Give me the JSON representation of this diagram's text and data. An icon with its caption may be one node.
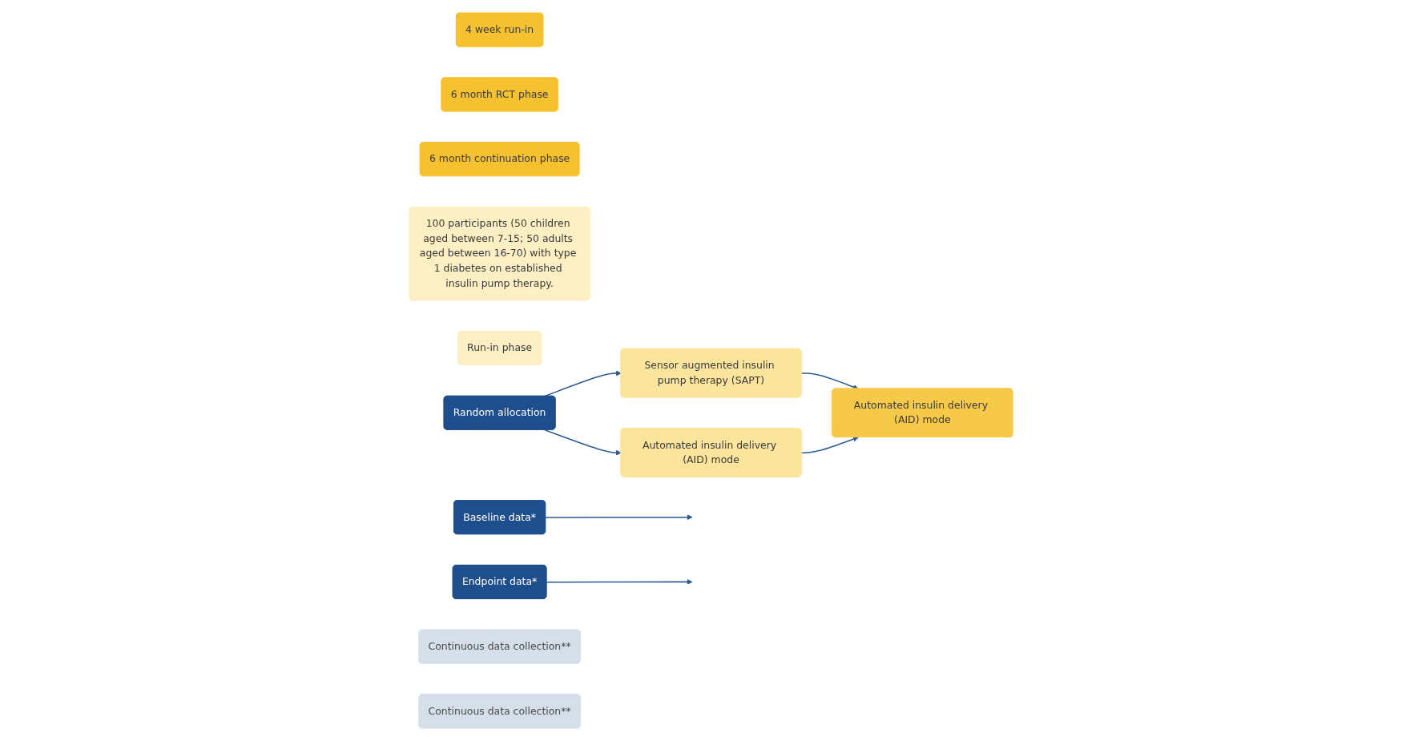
{
  "diagram": {
    "nodes": [
      {
        "text": [
          "4 week run-in"
        ]
      },
      {
        "text": [
          "6 month RCT phase"
        ]
      },
      {
        "text": [
          "6 month continuation phase"
        ]
      },
      {
        "text": [
          "100 participants (50 children aged between 7-15; 50 adults aged between 16-70) with type 1 diabetes on established insulin pump therapy."
        ]
      },
      {
        "text": [
          "Run-in phase"
        ]
      },
      {
        "text": [
          "Sensor augmented insulin pump therapy (SAPT)"
        ]
      },
      {
        "text": [
          "Random allocation"
        ]
      },
      {
        "text": [
          "Automated insulin delivery (AID) mode"
        ]
      },
      {
        "text": [
          "Automated insulin delivery (AID) mode"
        ]
      },
      {
        "text": [
          "Baseline data*"
        ]
      },
      {
        "text": [
          "Endpoint data*"
        ]
      },
      {
        "text": [
          "Continuous data collection**"
        ]
      },
      {
        "text": [
          "Continuous data collection**"
        ]
      }
    ],
    "edges": [
      {
        "from": 6,
        "to": 5,
        "arrow": "to"
      },
      {
        "from": 6,
        "to": 7,
        "arrow": "to"
      },
      {
        "from": 5,
        "to": 8,
        "arrow": "to"
      },
      {
        "from": 7,
        "to": 8,
        "arrow": "to"
      },
      {
        "from": 9,
        "to": null,
        "arrow": "to"
      },
      {
        "from": 10,
        "to": null,
        "arrow": "to"
      }
    ]
  }
}
